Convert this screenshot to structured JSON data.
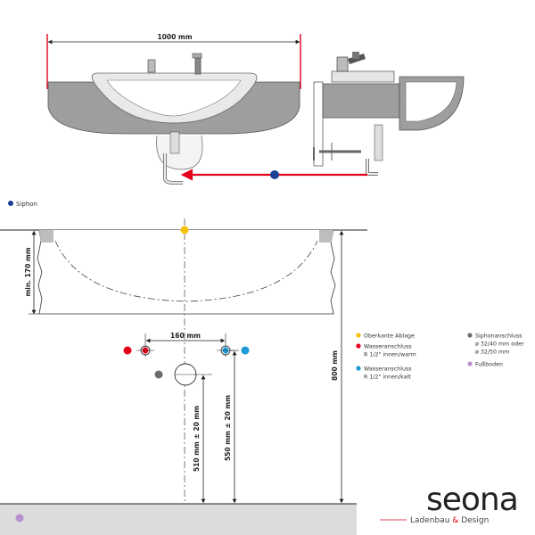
{
  "top_view": {
    "width_label": "1000 mm",
    "legend_siphon": "Siphon"
  },
  "front_view": {
    "height_min_label": "min. 170 mm",
    "tap_spacing_label": "160 mm",
    "height_800_label": "800 mm",
    "height_510_label": "510 mm ± 20 mm",
    "height_550_label": "550 mm ± 20 mm"
  },
  "legend": [
    {
      "color": "#f4c20d",
      "lines": [
        "Oberkante Ablage"
      ]
    },
    {
      "color": "#e3001b",
      "lines": [
        "Wasseranschluss",
        "R 1/2\" innen/warm"
      ]
    },
    {
      "color": "#1a9bd7",
      "lines": [
        "Wasseranschluss",
        "R 1/2\" innen/kalt"
      ]
    },
    {
      "color": "#6b6b6b",
      "lines": [
        "Siphonanschluss",
        "ø 32/40 mm oder",
        "ø 32/50 mm"
      ]
    },
    {
      "color": "#b98fd0",
      "lines": [
        "Fußboden"
      ]
    }
  ],
  "colors": {
    "siphon_blue": "#1b3f95",
    "arrow_red": "#e3001b",
    "basin_gray": "#9a9a9a",
    "floor_gray": "#dcdcdc"
  },
  "brand": {
    "name": "seona",
    "tagline_part1": "Ladenbau",
    "tagline_amp": "&",
    "tagline_part2": "Design"
  }
}
